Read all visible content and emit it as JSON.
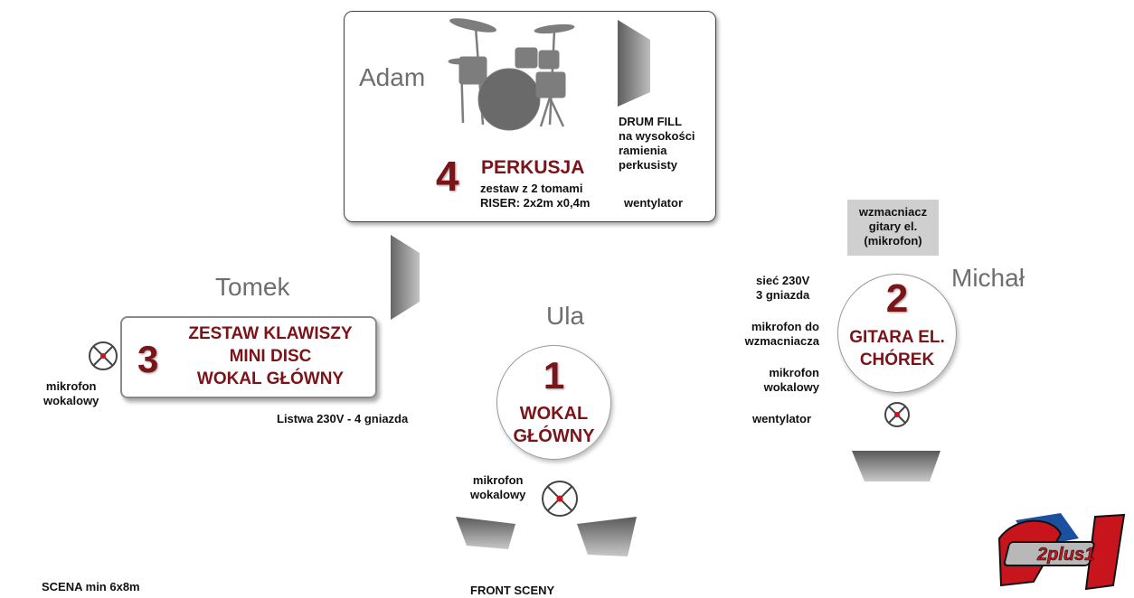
{
  "drummer": {
    "name": "Adam",
    "number": "4",
    "title": "PERKUSJA",
    "line1": "zestaw z 2 tomami",
    "line2": "RISER: 2x2m x0,4m",
    "fan": "wentylator",
    "drumfill_title": "DRUM FILL",
    "drumfill_line1": "na wysokości",
    "drumfill_line2": "ramienia",
    "drumfill_line3": "perkusisty"
  },
  "keys": {
    "name": "Tomek",
    "number": "3",
    "line1": "ZESTAW KLAWISZY",
    "line2": "MINI DISC",
    "line3": "WOKAL GŁÓWNY",
    "mic_line1": "mikrofon",
    "mic_line2": "wokalowy",
    "power": "Listwa 230V - 4 gniazda"
  },
  "vocal": {
    "name": "Ula",
    "number": "1",
    "line1": "WOKAL",
    "line2": "GŁÓWNY",
    "mic_line1": "mikrofon",
    "mic_line2": "wokalowy"
  },
  "guitar": {
    "name": "Michał",
    "number": "2",
    "line1": "GITARA EL.",
    "line2": "CHÓREK",
    "amp_line1": "wzmacniacz",
    "amp_line2": "gitary el.",
    "amp_line3": "(mikrofon)",
    "power_line1": "sieć 230V",
    "power_line2": "3 gniazda",
    "ampmic_line1": "mikrofon do",
    "ampmic_line2": "wzmacniacza",
    "mic_line1": "mikrofon",
    "mic_line2": "wokalowy",
    "fan": "wentylator"
  },
  "stage_size": "SCENA min 6x8m",
  "front_label": "FRONT SCENY",
  "logo": {
    "text": "2plus1"
  },
  "colors": {
    "accent": "#7a1418",
    "name_gray": "#6e6e6e",
    "amp_gray": "#cfcfcf"
  }
}
